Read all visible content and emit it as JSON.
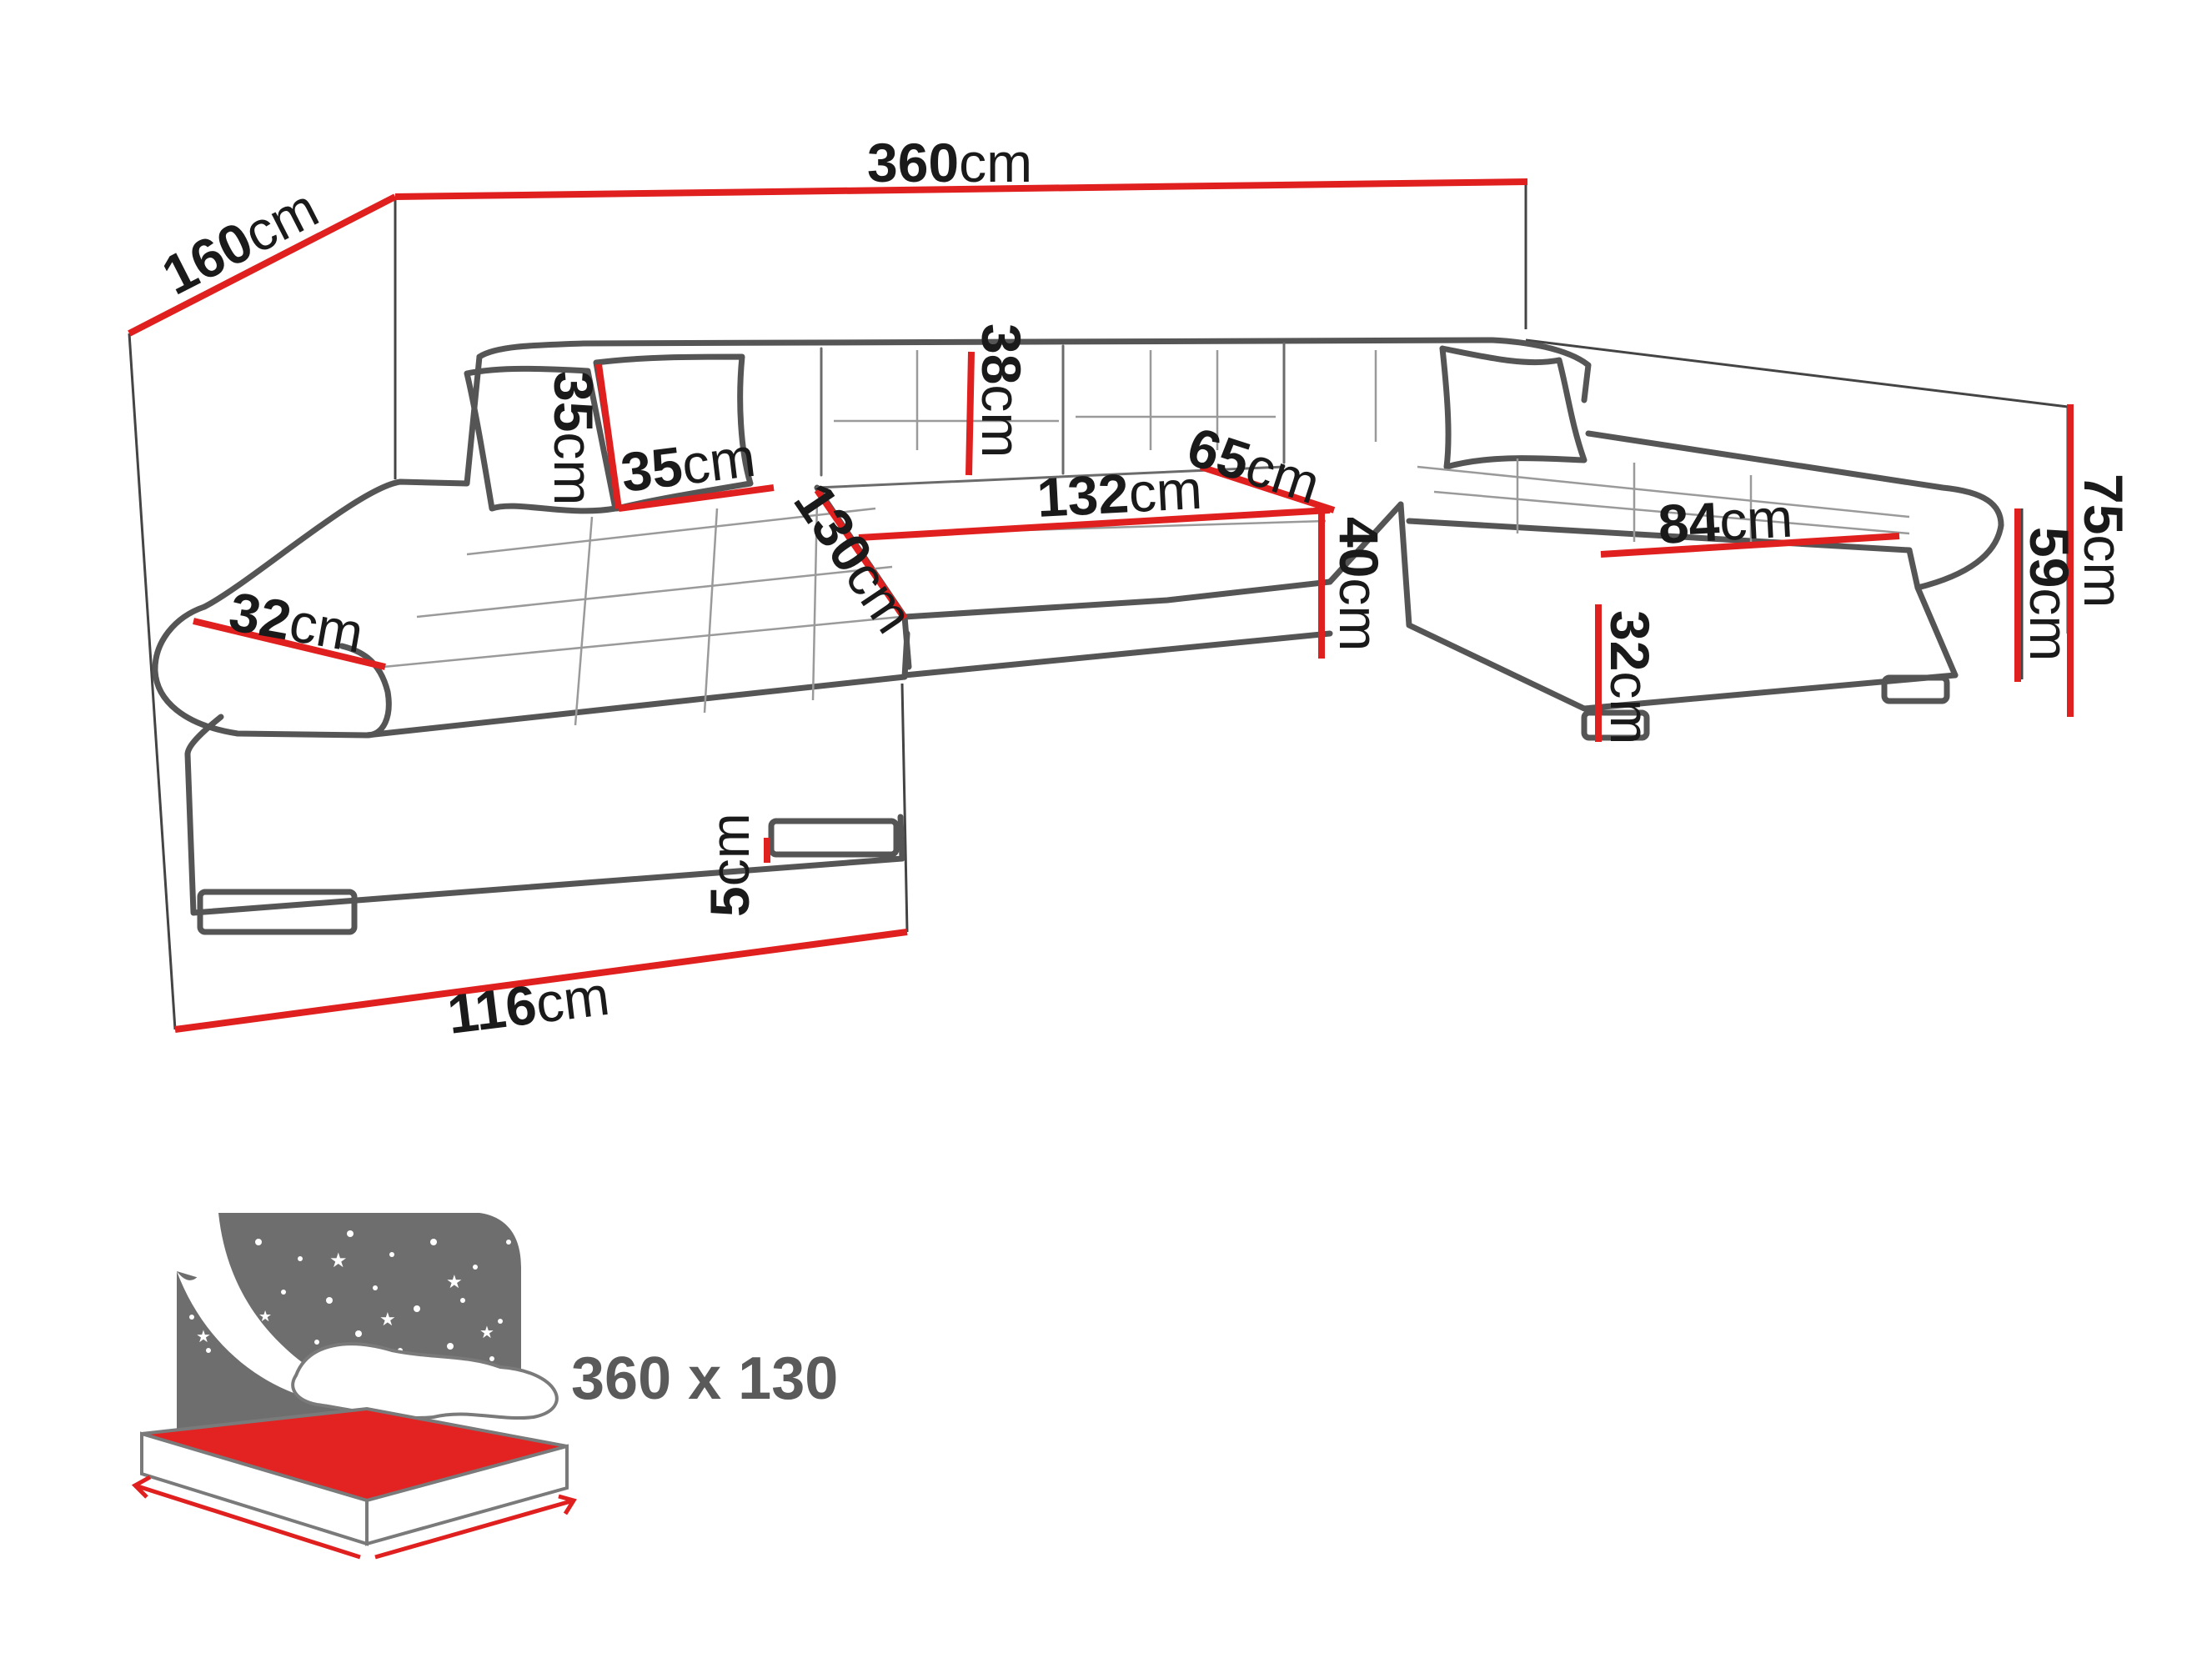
{
  "dimensions": {
    "total_width": {
      "value": "360",
      "unit": "cm"
    },
    "left_depth": {
      "value": "160",
      "unit": "cm"
    },
    "left_front_width": {
      "value": "116",
      "unit": "cm"
    },
    "pillow_height": {
      "value": "35",
      "unit": "cm"
    },
    "pillow_width": {
      "value": "35",
      "unit": "cm"
    },
    "seat_depth": {
      "value": "130",
      "unit": "cm"
    },
    "backrest_height": {
      "value": "38",
      "unit": "cm"
    },
    "middle_width": {
      "value": "132",
      "unit": "cm"
    },
    "right_corner": {
      "value": "65",
      "unit": "cm"
    },
    "seat_height": {
      "value": "40",
      "unit": "cm"
    },
    "right_seat_width": {
      "value": "84",
      "unit": "cm"
    },
    "base_height": {
      "value": "32",
      "unit": "cm"
    },
    "armrest_height": {
      "value": "59",
      "unit": "cm"
    },
    "total_height": {
      "value": "75",
      "unit": "cm"
    },
    "armrest_width": {
      "value": "32",
      "unit": "cm"
    },
    "leg_height": {
      "value": "5",
      "unit": "cm"
    }
  },
  "sleeping_area": {
    "label": "360 x 130",
    "icon": "bed-night-stars-icon"
  },
  "colors": {
    "dimension_line": "#e0201f",
    "outline": "#555555",
    "bed_mattress": "#e32222",
    "bed_headboard": "#6e6e6e"
  }
}
